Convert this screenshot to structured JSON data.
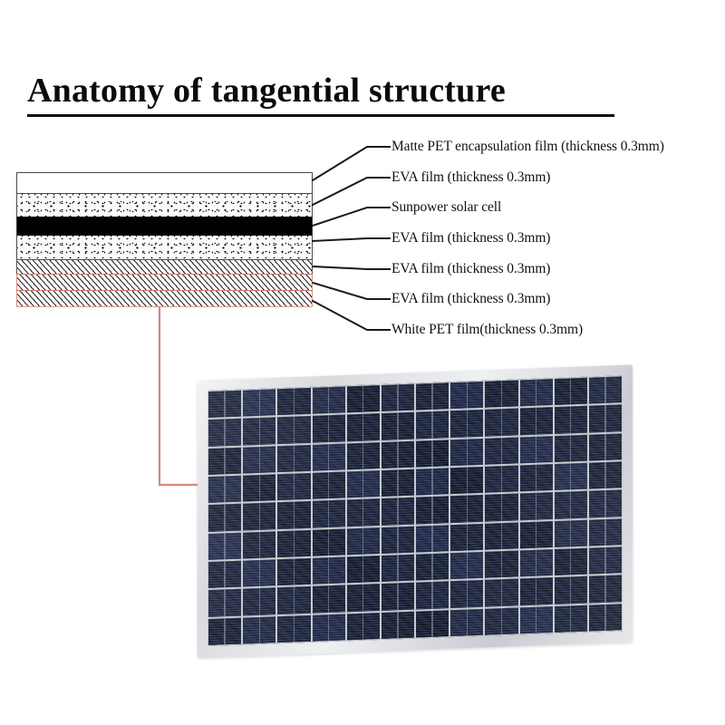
{
  "page": {
    "title": "Anatomy of tangential structure",
    "background_color": "#ffffff"
  },
  "diagram": {
    "name": "layer-cross-section",
    "accent_color": "#d1786c",
    "cell_layer_color": "#000000",
    "layers": [
      {
        "id": "matte-pet-top",
        "fill": "white",
        "label": "Matte PET encapsulation film (thickness 0.3mm)"
      },
      {
        "id": "eva-1",
        "fill": "speckle",
        "label": "EVA film (thickness 0.3mm)"
      },
      {
        "id": "solar-cell",
        "fill": "black",
        "label": "Sunpower solar cell"
      },
      {
        "id": "eva-2",
        "fill": "speckle",
        "label": "EVA film (thickness 0.3mm)"
      },
      {
        "id": "eva-3",
        "fill": "hatch",
        "label": "EVA film (thickness 0.3mm)"
      },
      {
        "id": "eva-4",
        "fill": "hatch",
        "label": "EVA film (thickness 0.3mm)"
      },
      {
        "id": "white-pet",
        "fill": "hatch",
        "label": "White PET film(thickness 0.3mm)"
      }
    ]
  },
  "panel": {
    "name": "solar-panel-photo",
    "frame_color": "#d8dade",
    "cell_color": "#181f33",
    "columns": 12,
    "rows": 9
  }
}
